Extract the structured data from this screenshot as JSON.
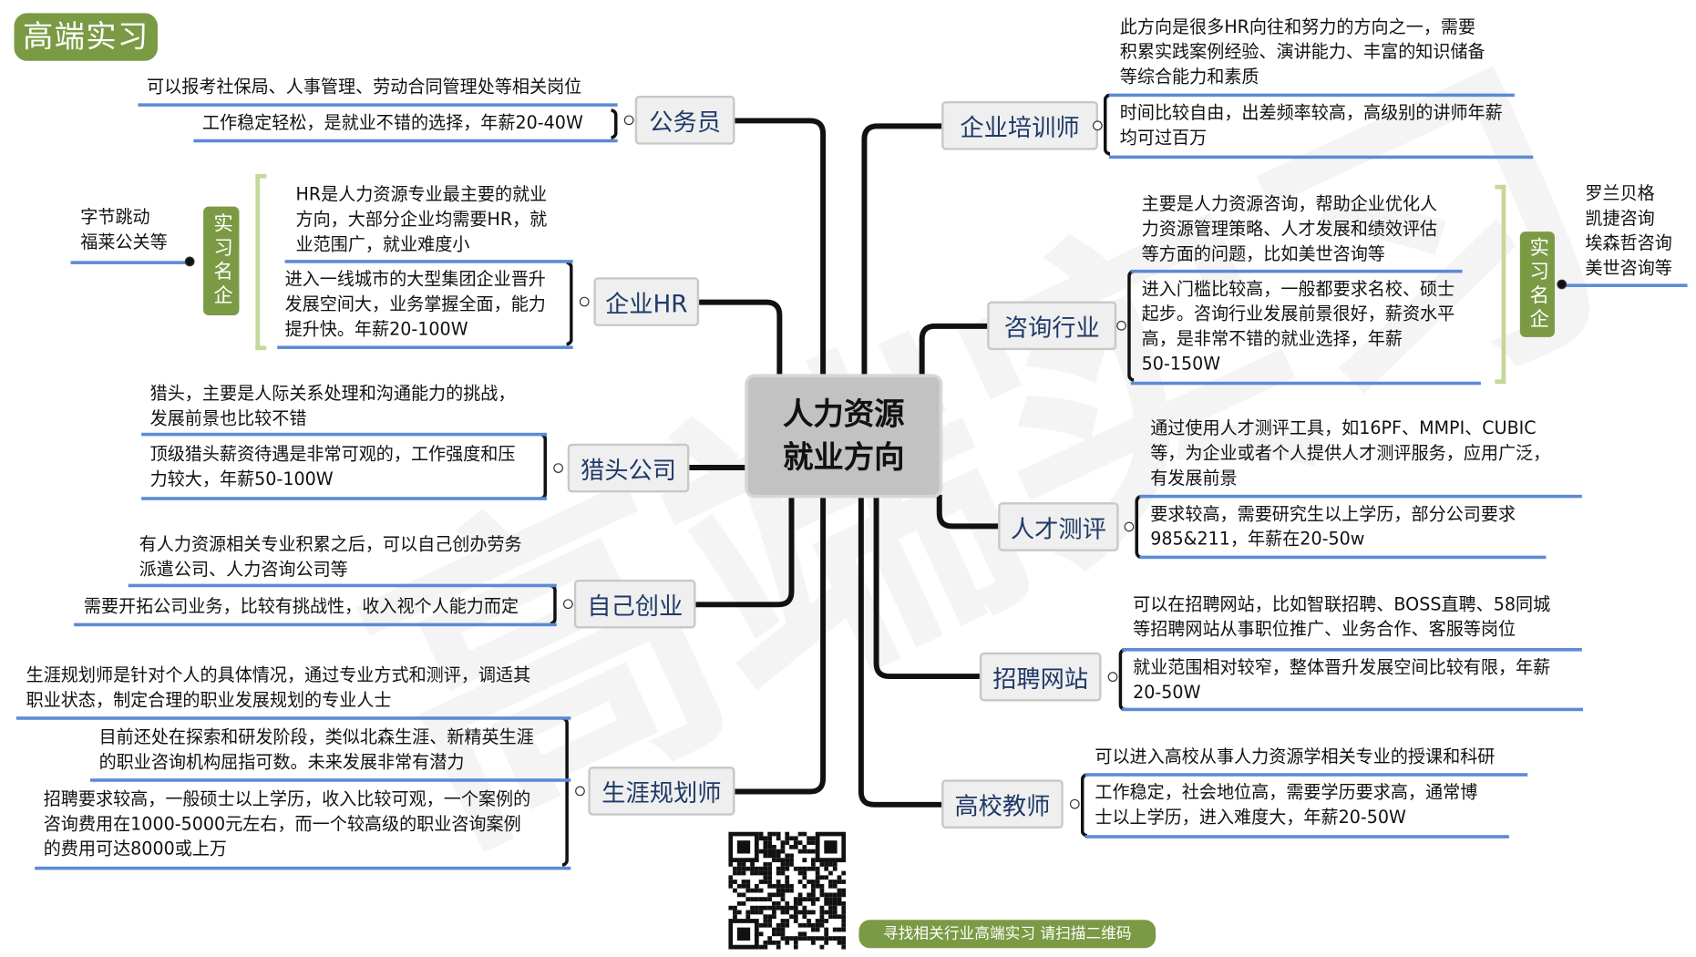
{
  "logo": "高端实习",
  "watermark": "高端实习",
  "center": {
    "line1": "人力资源",
    "line2": "就业方向"
  },
  "colors": {
    "green": "#7a9a44",
    "underline": "#5b8bd6",
    "topic_text": "#1f3a68"
  },
  "branches": [
    {
      "label": "公务员",
      "notes": [
        "可以报考社保局、人事管理、劳动合同管理处等相关岗位",
        "工作稳定轻松，是就业不错的选择，年薪20-40W"
      ]
    },
    {
      "label": "企业HR",
      "notes": [
        "HR是人力资源专业最主要的就业\n方向，大部分企业均需要HR，就\n业范围广，就业难度小",
        "进入一线城市的大型集团企业晋升\n发展空间大，业务掌握全面，能力\n提升快。年薪20-100W"
      ]
    },
    {
      "label": "猎头公司",
      "notes": [
        "猎头，主要是人际关系处理和沟通能力的挑战，\n发展前景也比较不错",
        "顶级猎头薪资待遇是非常可观的，工作强度和压\n力较大，年薪50-100W"
      ]
    },
    {
      "label": "自己创业",
      "notes": [
        "有人力资源相关专业积累之后，可以自己创办劳务\n派遣公司、人力咨询公司等",
        "需要开拓公司业务，比较有挑战性，收入视个人能力而定"
      ]
    },
    {
      "label": "生涯规划师",
      "notes": [
        "生涯规划师是针对个人的具体情况，通过专业方式和测评，调适其\n职业状态，制定合理的职业发展规划的专业人士",
        "目前还处在探索和研发阶段，类似北森生涯、新精英生涯\n的职业咨询机构屈指可数。未来发展非常有潜力",
        "招聘要求较高，一般硕士以上学历，收入比较可观，一个案例的\n咨询费用在1000-5000元左右，而一个较高级的职业咨询案例\n的费用可达8000或上万"
      ]
    },
    {
      "label": "企业培训师",
      "notes": [
        "此方向是很多HR向往和努力的方向之一，需要\n积累实践案例经验、演讲能力、丰富的知识储备\n等综合能力和素质",
        "时间比较自由，出差频率较高，高级别的讲师年薪\n均可过百万"
      ]
    },
    {
      "label": "咨询行业",
      "notes": [
        "主要是人力资源咨询，帮助企业优化人\n力资源管理策略、人才发展和绩效评估\n等方面的问题，比如美世咨询等",
        "进入门槛比较高，一般都要求名校、硕士\n起步。咨询行业发展前景很好，薪资水平\n高，是非常不错的就业选择，年薪\n50-150W"
      ]
    },
    {
      "label": "人才测评",
      "notes": [
        "通过使用人才测评工具，如16PF、MMPI、CUBIC\n等，为企业或者个人提供人才测评服务，应用广泛，\n有发展前景",
        "要求较高，需要研究生以上学历，部分公司要求\n985&211，年薪在20-50w"
      ]
    },
    {
      "label": "招聘网站",
      "notes": [
        "可以在招聘网站，比如智联招聘、BOSS直聘、58同城\n等招聘网站从事职位推广、业务合作、客服等岗位",
        "就业范围相对较窄，整体晋升发展空间比较有限，年薪\n20-50W"
      ]
    },
    {
      "label": "高校教师",
      "notes": [
        "可以进入高校从事人力资源学相关专业的授课和科研",
        "工作稳定，社会地位高，需要学历要求高，通常博\n士以上学历，进入难度大，年薪20-50W"
      ]
    }
  ],
  "internships": [
    {
      "badge": "实习名企",
      "companies": "字节跳动\n福莱公关等"
    },
    {
      "badge": "实习名企",
      "companies": "罗兰贝格\n凯捷咨询\n埃森哲咨询\n美世咨询等"
    }
  ],
  "footer": "寻找相关行业高端实习 请扫描二维码"
}
